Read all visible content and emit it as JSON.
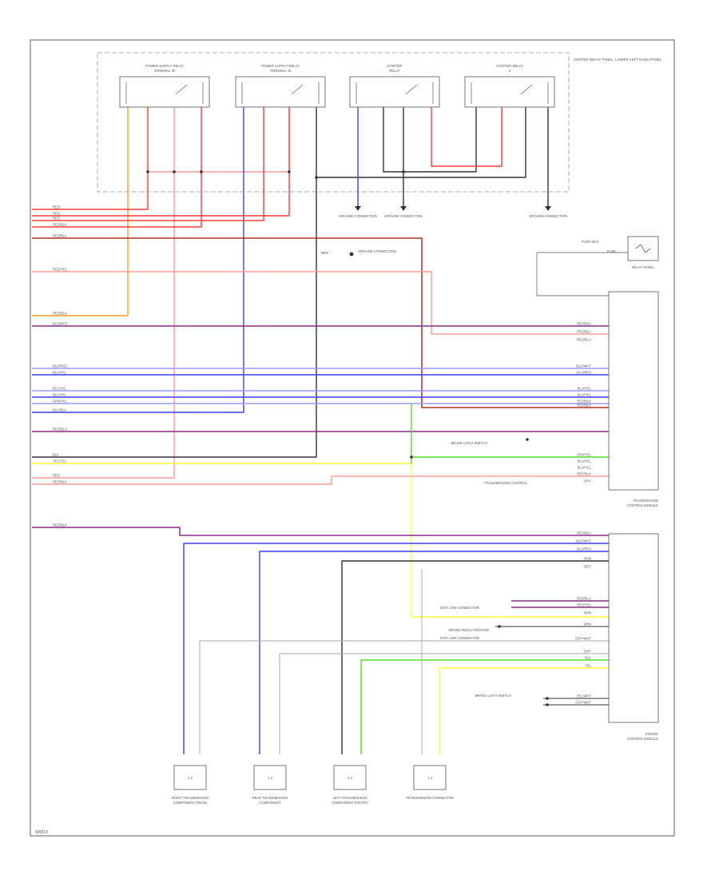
{
  "diagram": {
    "footer_code": "W0013",
    "colors": {
      "red": "#ff3b3b",
      "pink": "#ff9a9a",
      "orange": "#ff9a1e",
      "purple": "#8a2a8a",
      "blue": "#3b3bff",
      "lightblue": "#9a9aff",
      "green": "#55dd22",
      "yellow": "#ffff33",
      "black": "#333333",
      "gray": "#aaaaaa",
      "brown": "#aa3322",
      "frame": "#777777"
    },
    "relays": [
      {
        "id": "relay1",
        "label": "POWER SUPPLY RELAY TERMINAL 30"
      },
      {
        "id": "relay2",
        "label": "POWER SUPPLY RELAY TERMINAL 15"
      },
      {
        "id": "relay3",
        "label": "STARTER RELAY"
      },
      {
        "id": "relay4",
        "label": "STARTER RELAY 2"
      }
    ],
    "relay_box_note": "CENTER RELAY PANEL, LOWER LEFT DASH PANEL",
    "grounds": [
      "GROUND CONNECTION",
      "GROUND CONNECTION",
      "GROUND CONNECTION"
    ],
    "mid_connection": "GROUND CONNECTION",
    "mid_connection_wire": "BRN",
    "fuse_label": "FUSE BOX",
    "fuse_box": "FUSE",
    "relay_panel": "RELAY PANEL",
    "module1_label": "TRANSMISSION CONTROL MODULE",
    "module2_label": "ENGINE CONTROL MODULE",
    "mid_labels": [
      "BRAKE LIGHT SWITCH",
      "TRANSMISSION CONTROL",
      "DATA LINK CONNECTOR",
      "BRAKE PEDAL POSITION",
      "BRAKE LIGHT SWITCH",
      "DATA LINK CONNECTOR"
    ],
    "left_wires": [
      "RED",
      "RED",
      "RED",
      "RED/BLK",
      "RED/BLK",
      "RED/YEL",
      "RED/BLK",
      "BLU/WHT",
      "BLU/RED",
      "BLU/YEL",
      "BLU/YEL",
      "BLU/YEL",
      "GRN/YEL",
      "BLK/BLU",
      "RED/BLU",
      "BLK",
      "YEL/YEL",
      "RED",
      "RED/BLK",
      "RED/BLK"
    ],
    "right_wires_top": [
      "RED/BLK",
      "RED/BLK",
      "RED/BLU",
      "BLU/WHT",
      "BLU/RED",
      "BLU/YEL",
      "BLU/YEL",
      "RED/BLK",
      "RED/BLK",
      "GRN/YEL",
      "BLU/YEL",
      "BLU/YEL",
      "RED/BLK",
      "GRY"
    ],
    "right_wires_bottom": [
      "RED/BLK",
      "BLU/WHT",
      "BLU/RED",
      "BRN",
      "GRY",
      "RED/BLU",
      "RED/YEL",
      "BRN",
      "GRN",
      "GRY/WHT",
      "GRY",
      "BLK",
      "YEL",
      "YEL/WHT",
      "GRY/WHT"
    ],
    "connectors": [
      {
        "pins": "1  2",
        "label": "RIGHT TRANSMISSION COMPONENT (REAR)"
      },
      {
        "pins": "1  2",
        "label": "REAR TRANSMISSION COMPONENT"
      },
      {
        "pins": "1  2",
        "label": "LEFT TRANSMISSION COMPONENT (FRONT)"
      },
      {
        "pins": "1  2",
        "label": "TRANSMISSION CONNECTOR"
      }
    ]
  }
}
